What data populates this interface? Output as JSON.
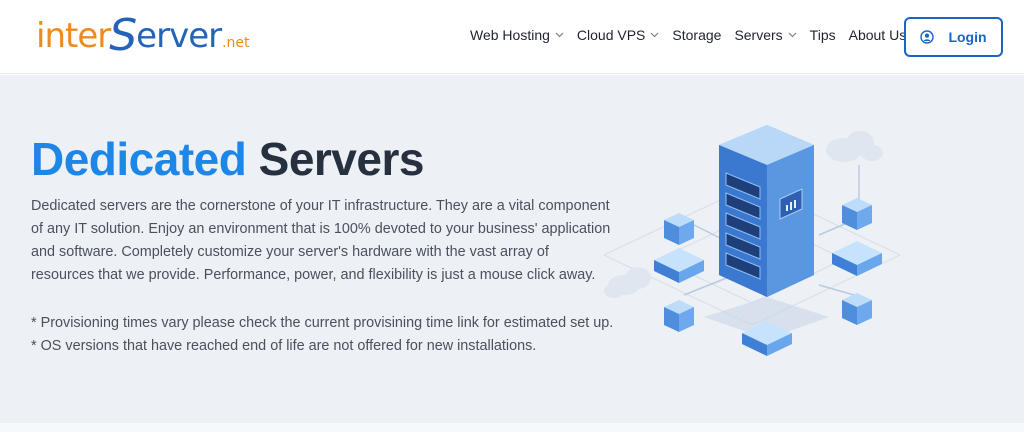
{
  "logo": {
    "part1": "inter",
    "part2": "S",
    "part3": "erver",
    "part4": ".net"
  },
  "nav": {
    "items": [
      {
        "label": "Web Hosting",
        "has_dropdown": true
      },
      {
        "label": "Cloud VPS",
        "has_dropdown": true
      },
      {
        "label": "Storage",
        "has_dropdown": false
      },
      {
        "label": "Servers",
        "has_dropdown": true
      },
      {
        "label": "Tips",
        "has_dropdown": false
      },
      {
        "label": "About Us",
        "has_dropdown": true
      }
    ],
    "login_label": "Login",
    "login_icon": "user-circle-icon"
  },
  "hero": {
    "title_accent": "Dedicated",
    "title_rest": "Servers",
    "description": "Dedicated servers are the cornerstone of your IT infrastructure. They are a vital component of any IT solution. Enjoy an environment that is 100% devoted to your business' application and software. Completely customize your server's hardware with the vast array of resources that we provide. Performance, power, and flexibility is just a mouse click away.",
    "notes": [
      "* Provisioning times vary please check the current provisining time link for estimated set up.",
      "* OS versions that have reached end of life are not offered for new installations."
    ]
  },
  "colors": {
    "accent": "#1d86e6",
    "brand_blue": "#2563b8",
    "brand_orange": "#ee8b1e",
    "hero_bg": "#edf1f5",
    "login_border": "#1a64c8"
  }
}
